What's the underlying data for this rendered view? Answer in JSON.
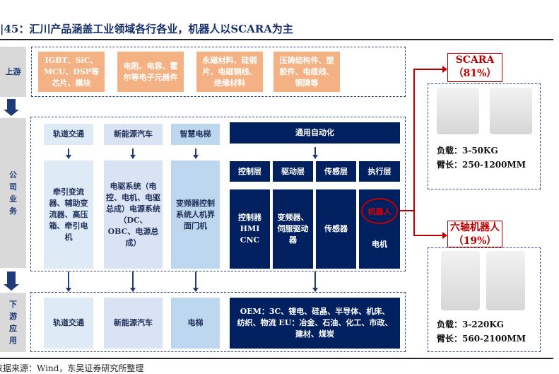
{
  "title": "|45：汇川产品涵盖工业领域各行各业，机器人以SCARA为主",
  "rows": {
    "upstream": "上游",
    "company": "公司业务",
    "downstream": "下游应用"
  },
  "upstream": [
    "IGBT、SiC、MCU、DSP等芯片、模块",
    "电阻、电容、霍尔等电子元器件",
    "永磁材料、硅钢片、电磁铜线、绝缘材料",
    "压铸结构件、塑胶件、电缆线、铜牌等"
  ],
  "company": {
    "headers": [
      "轨道交通",
      "新能源汽车",
      "智慧电梯",
      "通用自动化"
    ],
    "products": [
      "牵引变流器、辅助变流器、高压箱、牵引电机",
      "电驱系统（电控、电机、电驱总成）电源系统（DC、OBC、电源总成）",
      "变频器控制系统人机界面门机"
    ],
    "layers": [
      "控制层",
      "驱动层",
      "传感层",
      "执行层"
    ],
    "layer_products": [
      "控制器 HMI CNC",
      "变频器、伺服驱动器",
      "传感器",
      "电机"
    ],
    "robot": "机器人"
  },
  "downstream": [
    "轨道交通",
    "新能源汽车",
    "电梯",
    "OEM：3C、锂电、硅晶、半导体、机床、纺织、物流 EU：冶金、石油、化工、市政、建材、煤炭"
  ],
  "scara": {
    "name": "SCARA",
    "share": "（81%）",
    "load": "负载：3-50KG",
    "arm": "臂长：250-1200MM"
  },
  "six_axis": {
    "name": "六轴机器人",
    "share": "（19%）",
    "load": "负载：3-220KG",
    "arm": "臂长：560-2100MM"
  },
  "source": "数据来源：Wind，东吴证券研究所整理"
}
